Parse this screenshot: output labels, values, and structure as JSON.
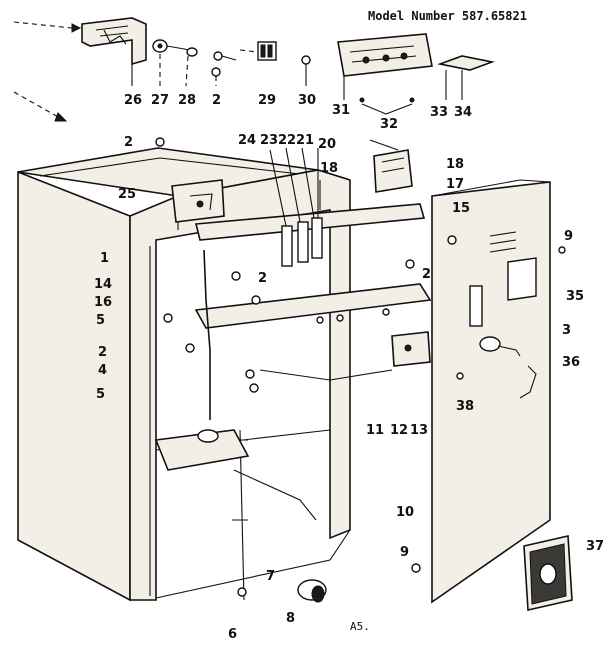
{
  "header": {
    "model_number": "Model Number 587.65821"
  },
  "page_ref": "A5.",
  "callouts": {
    "c1": "1",
    "c2a": "2",
    "c2b": "2",
    "c2c": "2",
    "c2d": "2",
    "c2e": "2",
    "c3": "3",
    "c4": "4",
    "c5a": "5",
    "c5b": "5",
    "c6": "6",
    "c7": "7",
    "c8": "8",
    "c9a": "9",
    "c9b": "9",
    "c10": "10",
    "c11": "11",
    "c12": "12",
    "c13": "13",
    "c14": "14",
    "c15": "15",
    "c16": "16",
    "c17": "17",
    "c18a": "18",
    "c18b": "18",
    "c20": "20",
    "c21": "21",
    "c22": "22",
    "c23": "23",
    "c24": "24",
    "c25": "25",
    "c26": "26",
    "c27": "27",
    "c28": "28",
    "c29": "29",
    "c30": "30",
    "c31": "31",
    "c32": "32",
    "c33": "33",
    "c34": "34",
    "c35": "35",
    "c36": "36",
    "c37": "37",
    "c38": "38"
  }
}
